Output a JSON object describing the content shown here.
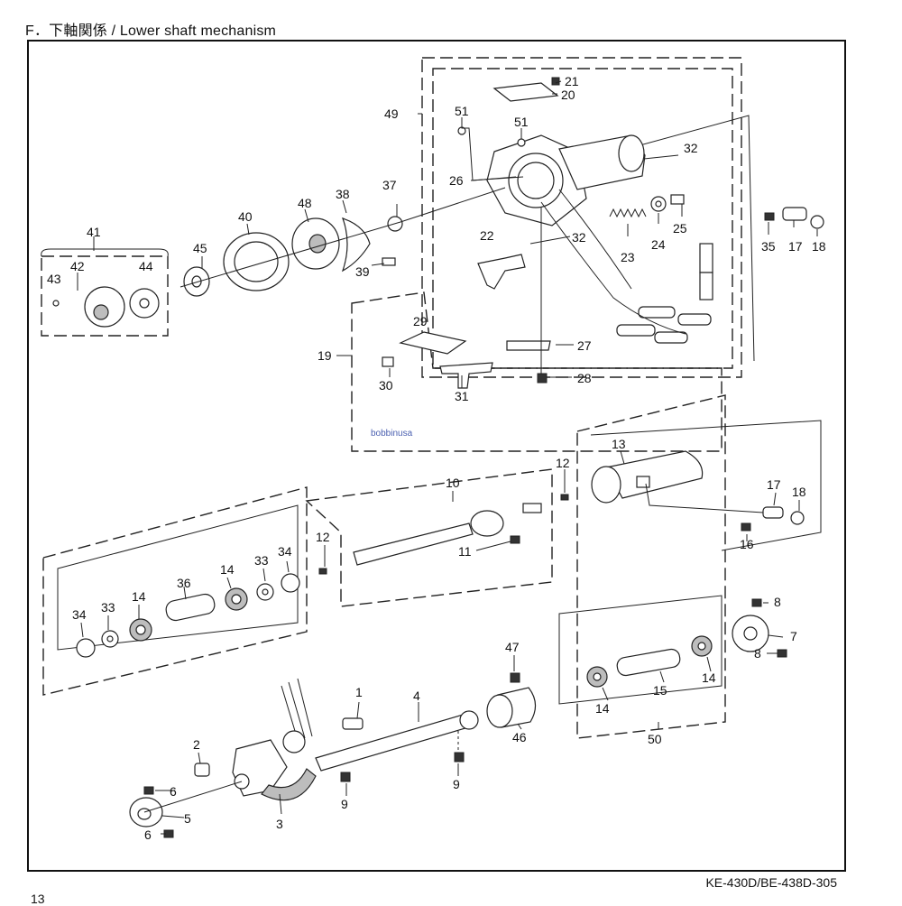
{
  "header": {
    "title": "F．下軸関係 / Lower shaft mechanism"
  },
  "footer": {
    "model_code": "KE-430D/BE-438D-305",
    "page_number": "13"
  },
  "watermark": "bobbinusa",
  "part_labels": {
    "p1": "1",
    "p2": "2",
    "p3": "3",
    "p4": "4",
    "p5": "5",
    "p6a": "6",
    "p6b": "6",
    "p7": "7",
    "p8a": "8",
    "p8b": "8",
    "p9a": "9",
    "p9b": "9",
    "p10": "10",
    "p11": "11",
    "p12a": "12",
    "p12b": "12",
    "p13": "13",
    "p14a": "14",
    "p14b": "14",
    "p14c": "14",
    "p14d": "14",
    "p15": "15",
    "p16": "16",
    "p17a": "17",
    "p17b": "17",
    "p18a": "18",
    "p18b": "18",
    "p19": "19",
    "p20": "20",
    "p21": "21",
    "p22": "22",
    "p23": "23",
    "p24": "24",
    "p25": "25",
    "p26": "26",
    "p27": "27",
    "p28": "28",
    "p29": "29",
    "p30": "30",
    "p31": "31",
    "p32a": "32",
    "p32b": "32",
    "p33a": "33",
    "p33b": "33",
    "p34a": "34",
    "p34b": "34",
    "p35": "35",
    "p36": "36",
    "p37": "37",
    "p38": "38",
    "p39": "39",
    "p40": "40",
    "p41": "41",
    "p42": "42",
    "p43": "43",
    "p44": "44",
    "p45": "45",
    "p46": "46",
    "p47": "47",
    "p48": "48",
    "p49": "49",
    "p50": "50",
    "p51a": "51",
    "p51b": "51"
  }
}
